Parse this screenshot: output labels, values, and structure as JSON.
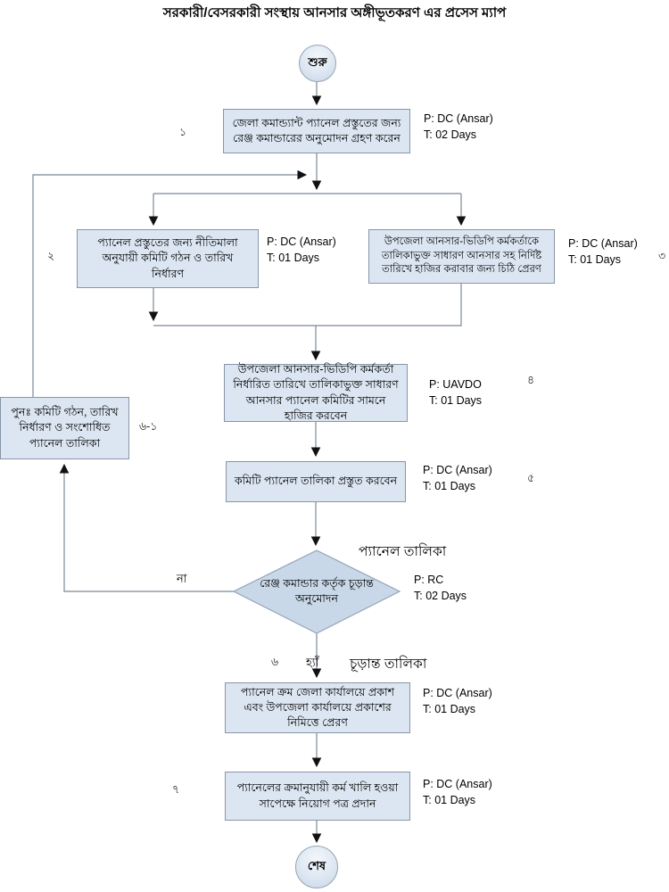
{
  "title": "সরকারী/বেসরকারী সংস্থায় আনসার অঙ্গীভূতকরণ এর প্রসেস ম্যাপ",
  "colors": {
    "box_fill": "#dce6f2",
    "box_border": "#8796a8",
    "diamond_fill": "#c9d8e8",
    "line": "#7b8896",
    "arrow": "#111111"
  },
  "nodes": {
    "start": "শুরু",
    "step1": "জেলা কমান্ড্যান্ট প্যানেল প্রস্তুতের জন্য রেঞ্জ কমান্ডারের অনুমোদন গ্রহণ করেন",
    "step2": "প্যানেল প্রস্তুতের জন্য নীতিমালা অনুযায়ী কমিটি গঠন ও তারিখ নির্ধারণ",
    "step3": "উপজেলা আনসার-ভিডিপি কর্মকর্তাকে তালিকাভুক্ত সাধারণ আনসার সহ নির্দিষ্ট তারিখে হাজির করাবার জন্য চিঠি প্রেরণ",
    "step4": "উপজেলা আনসার-ভিডিপি কর্মকর্তা নির্ধারিত তারিখে তালিকাভুক্ত সাধারণ আনসার প্যানেল কমিটির সামনে হাজির করবেন",
    "step5": "কমিটি প্যানেল তালিকা প্রস্তুত করবেন",
    "rework": "পুনঃ কমিটি গঠন, তারিখ নির্ধারণ ও সংশোধিত প্যানেল তালিকা",
    "decision": "রেঞ্জ কমান্ডার কর্তৃক চূড়ান্ত অনুমোদন",
    "step6": "প্যানেল ক্রম জেলা কার্যালয়ে প্রকাশ এবং উপজেলা কার্যালয়ে প্রকাশের নিমিত্তে প্রেরণ",
    "step7": "প্যানেলের ক্রমানুযায়ী কর্ম খালি হওয়া সাপেক্ষে নিয়োগ পত্র প্রদান",
    "end": "শেষ"
  },
  "annotations": {
    "step1": {
      "p": "P: DC (Ansar)",
      "t": "T: 02 Days"
    },
    "step2": {
      "p": "P: DC (Ansar)",
      "t": "T: 01 Days"
    },
    "step3": {
      "p": "P: DC (Ansar)",
      "t": "T: 01 Days"
    },
    "step4": {
      "p": "P: UAVDO",
      "t": "T: 01 Days"
    },
    "step5": {
      "p": "P: DC (Ansar)",
      "t": "T: 01 Days"
    },
    "decision": {
      "p": "P: RC",
      "t": "T: 02 Days"
    },
    "step6": {
      "p": "P: DC (Ansar)",
      "t": "T: 01 Days"
    },
    "step7": {
      "p": "P: DC (Ansar)",
      "t": "T: 01 Days"
    }
  },
  "step_numbers": {
    "s1": "১",
    "s2": "২",
    "s3": "৩",
    "s4": "৪",
    "s5": "৫",
    "rework": "৬-১",
    "s6": "৬",
    "s7": "৭"
  },
  "edge_labels": {
    "no": "না",
    "yes": "হ্যাঁ",
    "panel_list": "প্যানেল তালিকা",
    "final_list": "চূড়ান্ত তালিকা"
  }
}
